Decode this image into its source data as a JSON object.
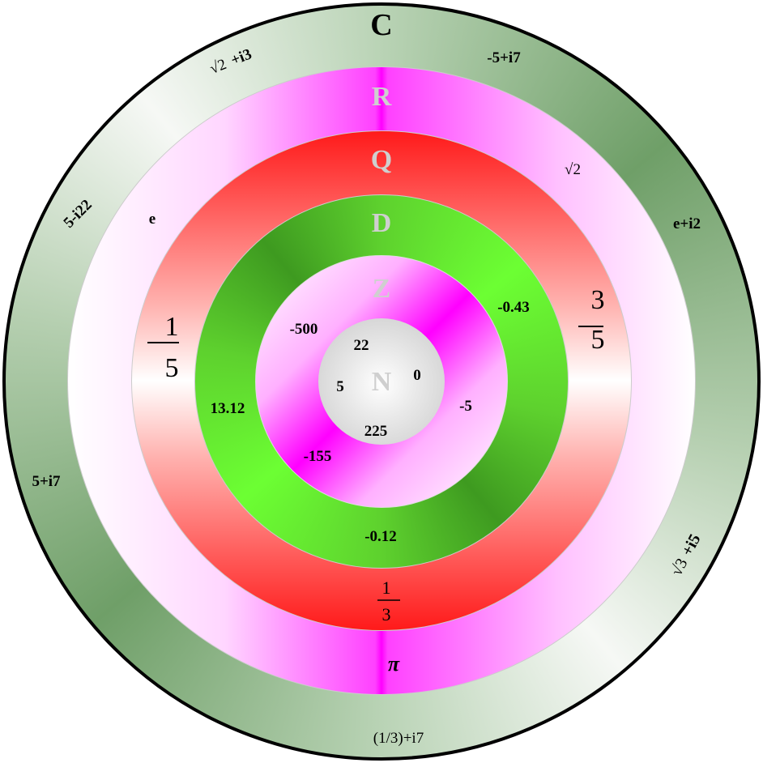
{
  "sets": {
    "C": "C",
    "R": "R",
    "Q": "Q",
    "D": "D",
    "Z": "Z",
    "N": "N"
  },
  "complex": {
    "a": "-5+i7",
    "b_root": "√2",
    "b_rest": "+i3",
    "c": "5-i22",
    "d": "e+i2",
    "e": "5+i7",
    "f_root": "√3",
    "f_rest": "+i5",
    "g": "(1/3)+i7"
  },
  "reals": {
    "e": "e",
    "sqrt2": "√2",
    "pi": "π"
  },
  "rationals": {
    "neg_one_fifth": {
      "sign": "-",
      "num": "1",
      "den": "5"
    },
    "neg_three_fifths": {
      "sign": "-",
      "num": "3",
      "den": "5"
    },
    "one_third": {
      "num": "1",
      "den": "3"
    }
  },
  "decimals": {
    "a": "-0.43",
    "b": "13.12",
    "c": "-0.12"
  },
  "integers": {
    "a": "-500",
    "b": "-5",
    "c": "-155"
  },
  "naturals": {
    "a": "22",
    "b": "0",
    "c": "5",
    "d": "225"
  },
  "colors": {
    "complex": "#6f9f68",
    "real": "#ff00ff",
    "rational": "#ff1a1a",
    "decimal": "#6cff33",
    "integer": "#ff00ff",
    "natural": "#c8c8c8"
  }
}
